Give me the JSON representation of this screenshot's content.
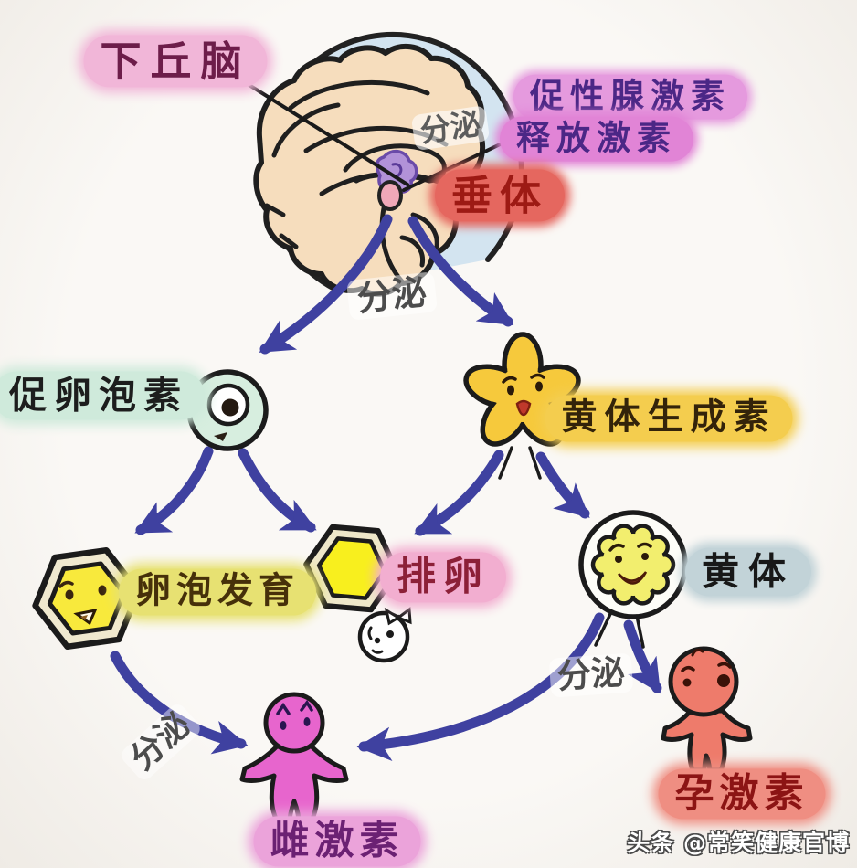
{
  "diagram": {
    "brain": {
      "hypothalamus_label": "下丘脑",
      "gnrh_label_line1": "促性腺激素",
      "gnrh_label_line2": "释放激素",
      "pituitary_label": "垂体",
      "secrete_label": "分泌"
    },
    "hormones": {
      "fsh_label": "促卵泡素",
      "lh_label": "黄体生成素",
      "estrogen_label": "雌激素",
      "progesterone_label": "孕激素"
    },
    "stages": {
      "follicle_development_label": "卵泡发育",
      "ovulation_label": "排卵",
      "corpus_luteum_label": "黄体"
    }
  },
  "watermark": {
    "text": "头条 @常笑健康官博"
  },
  "colors": {
    "background": "#f8f6f2",
    "arrow_blue": "#3f41a0",
    "head_blue": "#d3e4f0",
    "brain_peach": "#f6ddbd",
    "hypothalamus_purple": "#b292d8",
    "pituitary_pink": "#f0a8b8",
    "hypothalamus_highlight": "#f1b6d8",
    "gnrh_highlight": "#e184d6",
    "pituitary_highlight": "#e5675f",
    "fsh_highlight": "#cfeadb",
    "lh_highlight": "#f4cd4e",
    "follicle_highlight": "#e7e172",
    "ovulation_highlight": "#f2aed0",
    "corpus_luteum_highlight": "#c2d3d8",
    "estrogen_highlight": "#eba3da",
    "progesterone_highlight": "#ef8e82",
    "fsh_cell_green": "#d7eedf",
    "lh_flower_yellow": "#f6c93c",
    "follicle_yellow": "#f8e93c",
    "ovulation_yellow": "#f8ef1e",
    "corpus_luteum_yellow": "#f2ee6e",
    "estrogen_figure_pink": "#e765cd",
    "progesterone_figure_red": "#ee7b6b"
  }
}
